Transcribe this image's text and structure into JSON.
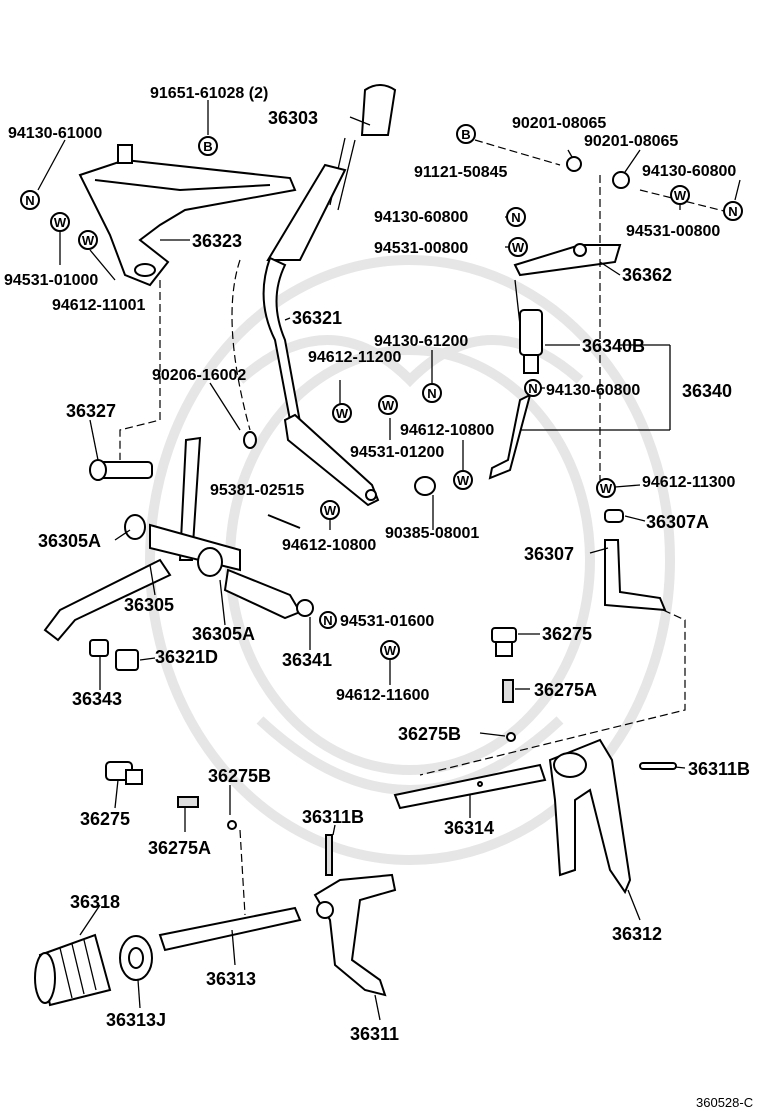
{
  "labels": {
    "p91651": "91651-61028 (2)",
    "p94130_61000": "94130-61000",
    "p94531_01000": "94531-01000",
    "p94612_11001": "94612-11001",
    "p36323": "36323",
    "p36303": "36303",
    "p36321": "36321",
    "p90206": "90206-16002",
    "p36327": "36327",
    "p36305A_left": "36305A",
    "p36305": "36305",
    "p36305A_right": "36305A",
    "p95381": "95381-02515",
    "p94612_10800_left": "94612-10800",
    "p36341": "36341",
    "p36321D": "36321D",
    "p36343": "36343",
    "p94612_11200": "94612-11200",
    "p94531_01200": "94531-01200",
    "p94130_61200": "94130-61200",
    "p90385": "90385-08001",
    "p94531_01600": "94531-01600",
    "p94612_11600": "94612-11600",
    "p90201_a": "90201-08065",
    "p90201_b": "90201-08065",
    "p91121": "91121-50845",
    "p94130_60800_top": "94130-60800",
    "p94531_00800_right": "94531-00800",
    "p94130_60800_mid": "94130-60800",
    "p94531_00800_left": "94531-00800",
    "p36362": "36362",
    "p36340B": "36340B",
    "p94130_60800_low": "94130-60800",
    "p36340": "36340",
    "p94612_10800_right": "94612-10800",
    "p94612_11300": "94612-11300",
    "p36307A": "36307A",
    "p36307": "36307",
    "p36275_right": "36275",
    "p36275A_right": "36275A",
    "p36275B_right": "36275B",
    "p36311B_right": "36311B",
    "p36314": "36314",
    "p36312": "36312",
    "p36275_left": "36275",
    "p36275B_left": "36275B",
    "p36275A_left": "36275A",
    "p36311B_mid": "36311B",
    "p36318": "36318",
    "p36313J": "36313J",
    "p36313": "36313",
    "p36311": "36311",
    "figure_code": "360528-C"
  },
  "tags": {
    "B": "B",
    "N": "N",
    "W": "W"
  }
}
